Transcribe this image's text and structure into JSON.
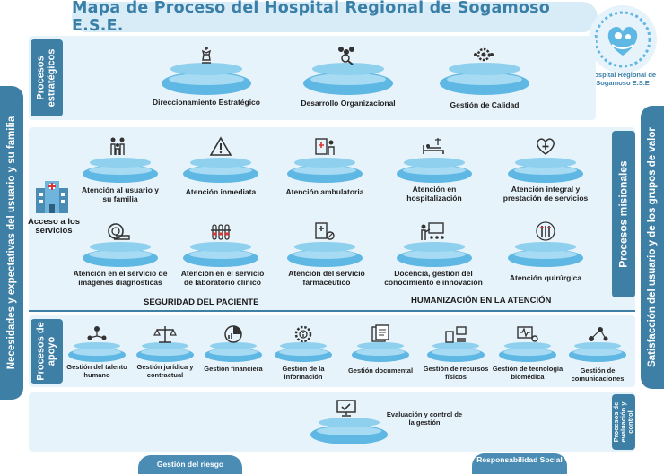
{
  "title": "Mapa de Proceso del Hospital Regional de Sogamoso E.S.E.",
  "side_left": "Necesidades y expectativas del usuario y su familia",
  "side_right": "Satisfacción del usuario y de los grupos de valor",
  "logo": {
    "name": "Hospital Regional de Sogamoso E.S.E"
  },
  "strategic": {
    "tab": "Procesos estratégicos",
    "items": [
      {
        "label": "Direccionamiento Estratégico",
        "icon": "chess-icon"
      },
      {
        "label": "Desarrollo Organizacional",
        "icon": "team-search-icon"
      },
      {
        "label": "Gestión de Calidad",
        "icon": "gear-quality-icon"
      }
    ]
  },
  "missional": {
    "tab": "Procesos misionales",
    "access": "Acceso a los servicios",
    "row1": [
      {
        "label": "Atención al usuario y su familia",
        "icon": "family-icon"
      },
      {
        "label": "Atención inmediata",
        "icon": "warning-icon"
      },
      {
        "label": "Atención ambulatoria",
        "icon": "clipboard-doctor-icon"
      },
      {
        "label": "Atención en hospitalización",
        "icon": "hospital-bed-icon"
      },
      {
        "label": "Atención integral y prestación de servicios",
        "icon": "heart-cross-icon"
      }
    ],
    "row2": [
      {
        "label": "Atención en el servicio de imágenes diagnosticas",
        "icon": "scanner-icon"
      },
      {
        "label": "Atención en el servicio de laboratorio clínico",
        "icon": "test-tubes-icon"
      },
      {
        "label": "Atención del servicio farmacéutico",
        "icon": "pills-icon"
      },
      {
        "label": "Docencia, gestión del conocimiento e innovación",
        "icon": "teaching-icon"
      },
      {
        "label": "Atención quirúrgica",
        "icon": "surgery-tools-icon"
      }
    ],
    "safety": "SEGURIDAD DEL PACIENTE",
    "humanization": "HUMANIZACIÓN EN LA ATENCIÓN"
  },
  "support": {
    "tab": "Procesos de apoyo",
    "items": [
      {
        "label": "Gestión del talento humano",
        "icon": "people-network-icon"
      },
      {
        "label": "Gestión jurídica y contractual",
        "icon": "legal-icon"
      },
      {
        "label": "Gestión financiera",
        "icon": "finance-chart-icon"
      },
      {
        "label": "Gestión de la información",
        "icon": "information-gear-icon"
      },
      {
        "label": "Gestión documental",
        "icon": "documents-icon"
      },
      {
        "label": "Gestión de recursos físicos",
        "icon": "resources-icon"
      },
      {
        "label": "Gestión de tecnología biomédica",
        "icon": "biomedical-icon"
      },
      {
        "label": "Gestión de comunicaciones",
        "icon": "communications-icon"
      }
    ]
  },
  "evaluation": {
    "tab": "Procesos de evaluación y control",
    "item": {
      "label": "Evaluación y control de la gestión",
      "icon": "monitor-check-icon"
    }
  },
  "bottom": {
    "risk": "Gestión del riesgo",
    "social": "Responsabilidad Social"
  },
  "colors": {
    "primary": "#3e7fa6",
    "panel": "#e7f3fa",
    "pedestal": "#5fb7e3",
    "title": "#3a7fa8"
  }
}
